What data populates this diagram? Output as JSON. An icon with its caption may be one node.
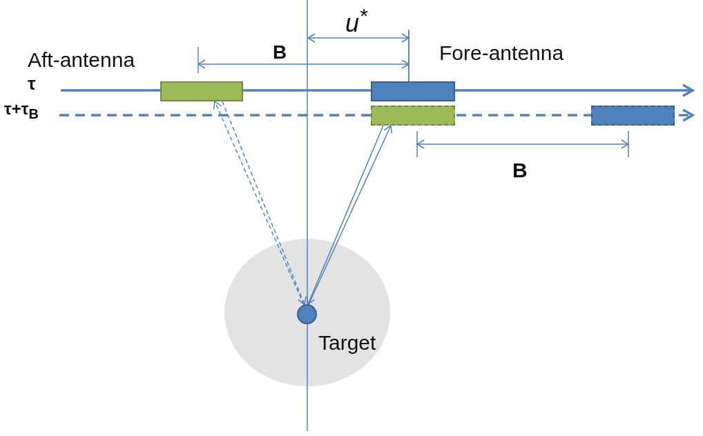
{
  "diagram": {
    "nodes": [
      {
        "text": [],
        "shape": "box",
        "beside": [
          "Aft-antenna"
        ]
      },
      {
        "text": [],
        "shape": "box",
        "beside": [
          "Fore-antenna"
        ]
      },
      {
        "text": [],
        "shape": "box"
      },
      {
        "text": [],
        "shape": "box"
      },
      {
        "text": [],
        "shape": "circle",
        "beside": [
          "Target"
        ]
      }
    ],
    "edges": [
      {
        "from": 4,
        "to": 0,
        "arrow": "to",
        "style": "dashed"
      },
      {
        "from": 0,
        "to": 4,
        "arrow": "to",
        "style": "dashed"
      },
      {
        "from": 2,
        "to": 4,
        "arrow": "to"
      },
      {
        "from": 4,
        "to": 2,
        "arrow": "to"
      }
    ],
    "labels": [
      "u$^{*}$",
      "B",
      "τ",
      "τ+τ$_{B}$",
      "B"
    ]
  }
}
